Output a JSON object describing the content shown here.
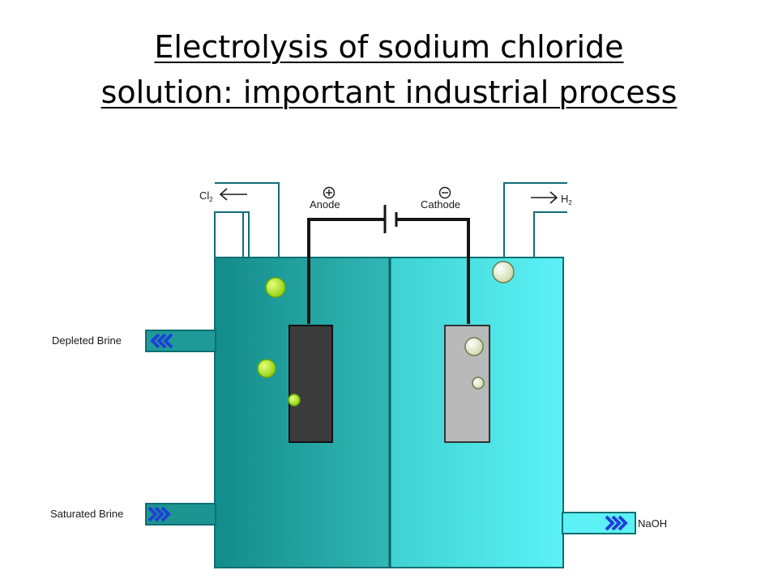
{
  "title": {
    "line1": "Electrolysis of sodium chloride",
    "line2": "solution: important industrial process"
  },
  "labels": {
    "chlorine": "Cl",
    "chlorine_sub": "2",
    "hydrogen": "H",
    "hydrogen_sub": "2",
    "anode": "Anode",
    "cathode": "Cathode",
    "anode_sign": "+",
    "cathode_sign": "−",
    "depleted_brine": "Depleted Brine",
    "saturated_brine": "Saturated Brine",
    "naoh": "NaOH"
  },
  "colors": {
    "anode_chamber_dark": "#138c8a",
    "anode_chamber_light": "#31b7b6",
    "cathode_chamber_dark": "#3ed2d2",
    "cathode_chamber_light": "#5cf1f5",
    "outline": "#0f6f74",
    "anode_electrode": "#3b3b3b",
    "cathode_electrode": "#b9b9b9",
    "chlorine_bubble": "#a8e01c",
    "hydrogen_bubble": "#eef3d8",
    "arrow_chevron": "#1f3fd8"
  }
}
